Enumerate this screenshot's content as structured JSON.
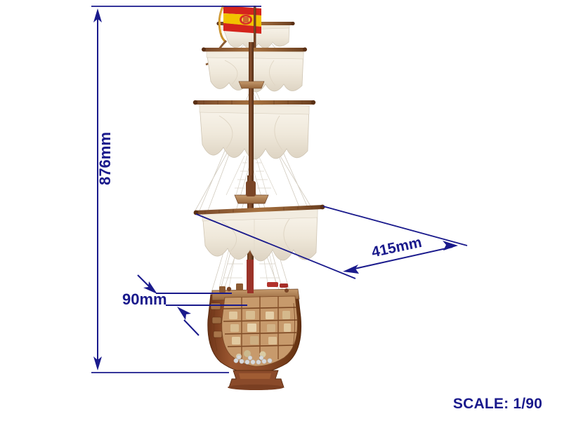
{
  "image": {
    "subject": "wooden-model-ship-cross-section",
    "background_color": "#ffffff",
    "annotation_color": "#1a1a8c"
  },
  "dimensions": {
    "height": {
      "label": "876mm",
      "orientation": "vertical",
      "name": "overall-height"
    },
    "depth": {
      "label": "415mm",
      "orientation": "diagonal",
      "name": "overall-length"
    },
    "width": {
      "label": "90mm",
      "orientation": "horizontal",
      "name": "hull-width"
    }
  },
  "scale": {
    "label": "SCALE: 1/90"
  },
  "ship": {
    "flag": {
      "name": "spanish-flag",
      "colors": [
        "#d4241c",
        "#f2c200",
        "#d4241c"
      ]
    },
    "sail_color": "#f2ece0",
    "hull_color": "#8a4a2a",
    "mast_color": "#7a4526",
    "deck_color": "#b4835a",
    "stand_color": "#8a4a2a",
    "masts": [
      {
        "name": "topgallant-sail"
      },
      {
        "name": "topsail"
      },
      {
        "name": "mainsail"
      }
    ]
  }
}
